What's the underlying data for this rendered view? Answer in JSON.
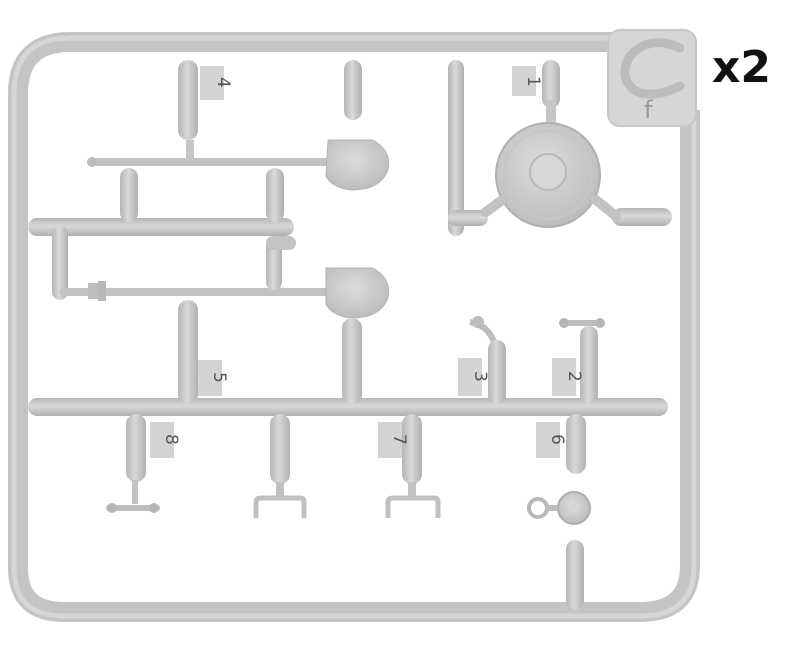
{
  "sprue": {
    "letter": "C",
    "sub_letter": "f",
    "quantity": "x2",
    "part_numbers": [
      "1",
      "2",
      "3",
      "4",
      "5",
      "6",
      "7",
      "8"
    ]
  },
  "colors": {
    "plastic": "#c9c9c9",
    "plastic_edge": "#a8a8a8",
    "tag_fill": "#d6d6d6",
    "text": "#111111"
  }
}
